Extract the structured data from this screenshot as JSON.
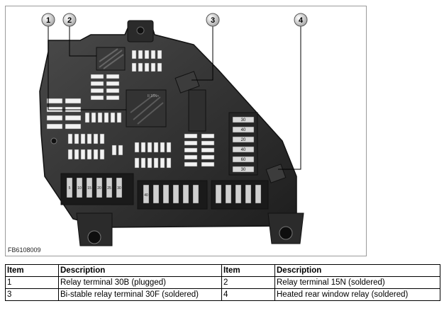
{
  "figure": {
    "code": "FB6108009",
    "callouts": [
      "1",
      "2",
      "3",
      "4"
    ],
    "relay_label": "II 15N+",
    "fuse_labels": [
      "30",
      "40",
      "20",
      "40",
      "60",
      "30",
      "5",
      "10",
      "15",
      "20",
      "25",
      "30",
      "40"
    ]
  },
  "table": {
    "headers": [
      "Item",
      "Description",
      "Item",
      "Description"
    ],
    "rows": [
      [
        "1",
        "Relay terminal 30B (plugged)",
        "2",
        "Relay terminal 15N (soldered)"
      ],
      [
        "3",
        "Bi-stable relay terminal 30F (soldered)",
        "4",
        "Heated rear window relay (soldered)"
      ]
    ]
  }
}
